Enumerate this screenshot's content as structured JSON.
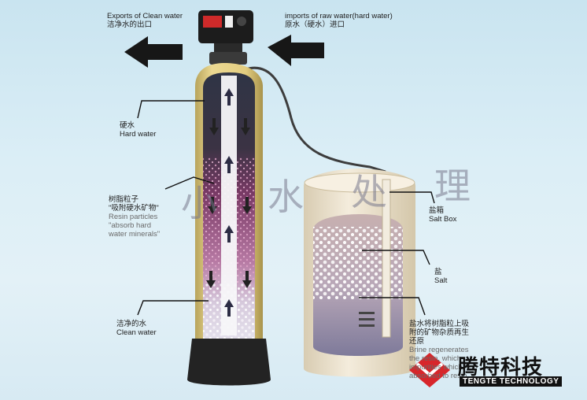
{
  "labels": {
    "exports_en": "Exports of Clean water",
    "exports_cn": "洁净水的出口",
    "imports_en": "imports of raw water(hard water)",
    "imports_cn": "原水（硬水）进口",
    "hard_cn": "硬水",
    "hard_en": "Hard water",
    "resin_cn": "树脂粒子",
    "resin_cn2": "\"吸附硬水矿物\"",
    "resin_en1": "Resin particles",
    "resin_en2": "\"absorb hard",
    "resin_en3": "water minerals\"",
    "clean_cn": "洁净的水",
    "clean_en": "Clean water",
    "saltbox_cn": "盐箱",
    "saltbox_en": "Salt Box",
    "salt_cn": "盐",
    "salt_en": "Salt",
    "brine_cn1": "盐水将树脂粒上吸",
    "brine_cn2": "附的矿物杂质再生",
    "brine_cn3": "还原",
    "brine_en1": "Brine regenerates",
    "brine_en2": "the resin, which",
    "brine_en3": "impurities which",
    "brine_en4": "absorbed to resin"
  },
  "watermark": [
    "小",
    "水",
    "处",
    "理"
  ],
  "brand": {
    "cn": "腾特科技",
    "en": "TENGTE TECHNOLOGY",
    "color": "#d7262b"
  },
  "colors": {
    "tank_shell": "#d8c27a",
    "tank_inner": "#3a2a45",
    "salt_box": "#efe6d4"
  }
}
